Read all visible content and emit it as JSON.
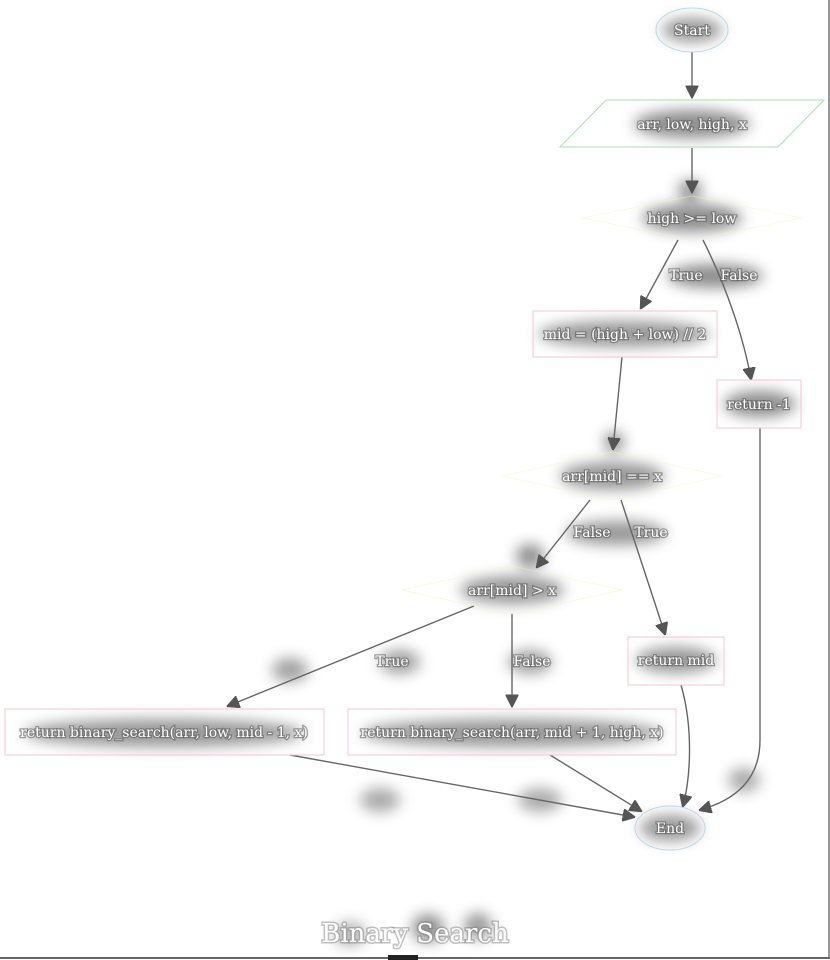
{
  "diagram": {
    "title": "Binary Search",
    "colors": {
      "terminal": "#b8dbe8",
      "io": "#a8e0b4",
      "process": "#f6c6cf",
      "decision": "#f4f4c0",
      "edge": "#666666"
    },
    "nodes": {
      "start": "Start",
      "input": "arr, low, high, x",
      "cond1": "high >= low",
      "mid": "mid = (high + low) // 2",
      "ret_neg": "return -1",
      "cond2": "arr[mid] == x",
      "cond3": "arr[mid] > x",
      "ret_mid": "return mid",
      "rec_left": "return binary_search(arr, low, mid - 1, x)",
      "rec_right": "return binary_search(arr, mid + 1, high, x)",
      "end": "End"
    },
    "edges": {
      "cond1_true": "True",
      "cond1_false": "False",
      "cond2_false": "False",
      "cond2_true": "True",
      "cond3_true": "True",
      "cond3_false": "False"
    }
  }
}
